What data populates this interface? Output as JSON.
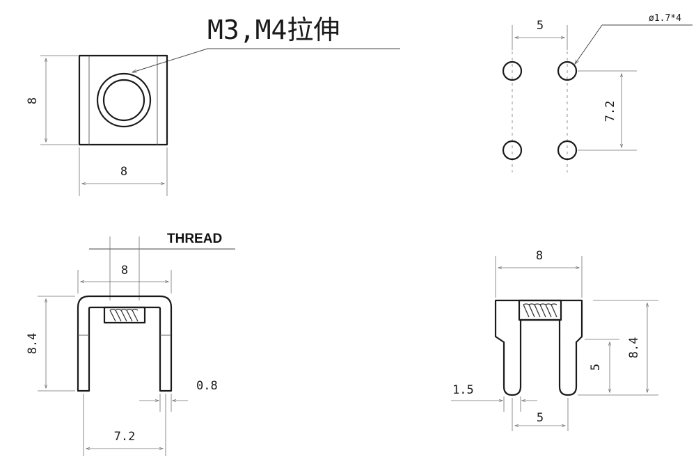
{
  "top_left_view": {
    "title": "M3,M4拉伸",
    "height_dim": "8",
    "width_dim": "8"
  },
  "top_right_view": {
    "pitch_x_dim": "5",
    "pitch_y_dim": "7.2",
    "hole_callout": "ø1.7*4"
  },
  "bottom_left_view": {
    "thread_label": "THREAD",
    "top_width_dim": "8",
    "height_dim": "8.4",
    "thickness_dim": "0.8",
    "leg_span_dim": "7.2"
  },
  "bottom_right_view": {
    "width_dim": "8",
    "height_dim": "8.4",
    "leg_length_dim": "5",
    "leg_width_dim": "1.5",
    "leg_pitch_dim": "5"
  }
}
